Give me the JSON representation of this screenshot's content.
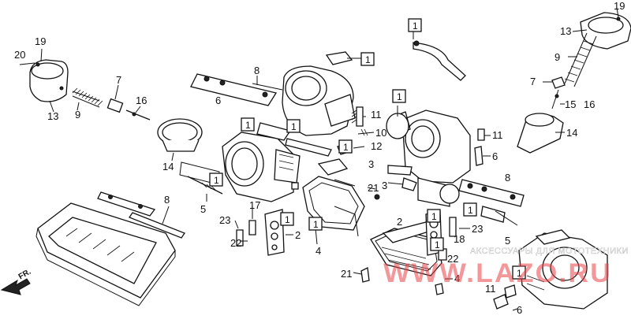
{
  "diagram": {
    "callouts": [
      {
        "id": "c19a",
        "text": "19"
      },
      {
        "id": "c20",
        "text": "20"
      },
      {
        "id": "c13a",
        "text": "13"
      },
      {
        "id": "c9a",
        "text": "9"
      },
      {
        "id": "c7a",
        "text": "7"
      },
      {
        "id": "c16a",
        "text": "16"
      },
      {
        "id": "c14a",
        "text": "14"
      },
      {
        "id": "c8a",
        "text": "8"
      },
      {
        "id": "c6a",
        "text": "6"
      },
      {
        "id": "c5a",
        "text": "5"
      },
      {
        "id": "c8b",
        "text": "8"
      },
      {
        "id": "c11a",
        "text": "11"
      },
      {
        "id": "c10",
        "text": "10"
      },
      {
        "id": "c12",
        "text": "12"
      },
      {
        "id": "c3a",
        "text": "3"
      },
      {
        "id": "c3b",
        "text": "3"
      },
      {
        "id": "c21a",
        "text": "21"
      },
      {
        "id": "c17",
        "text": "17"
      },
      {
        "id": "c23a",
        "text": "23"
      },
      {
        "id": "c22a",
        "text": "22"
      },
      {
        "id": "c2a",
        "text": "2"
      },
      {
        "id": "c4a",
        "text": "4"
      },
      {
        "id": "c2b",
        "text": "2"
      },
      {
        "id": "c18",
        "text": "18"
      },
      {
        "id": "c23b",
        "text": "23"
      },
      {
        "id": "c22b",
        "text": "22"
      },
      {
        "id": "c21b",
        "text": "21"
      },
      {
        "id": "c4b",
        "text": "4"
      },
      {
        "id": "c11b",
        "text": "11"
      },
      {
        "id": "c6b",
        "text": "6"
      },
      {
        "id": "c19b",
        "text": "19"
      },
      {
        "id": "c13b",
        "text": "13"
      },
      {
        "id": "c9b",
        "text": "9"
      },
      {
        "id": "c7b",
        "text": "7"
      },
      {
        "id": "c15",
        "text": "15"
      },
      {
        "id": "c16b",
        "text": "16"
      },
      {
        "id": "c14b",
        "text": "14"
      },
      {
        "id": "c11c",
        "text": "11"
      },
      {
        "id": "c6c",
        "text": "6"
      },
      {
        "id": "c8c",
        "text": "8"
      },
      {
        "id": "c5b",
        "text": "5"
      }
    ],
    "boxed_labels": [
      {
        "id": "b1",
        "text": "1"
      },
      {
        "id": "b2",
        "text": "1"
      },
      {
        "id": "b3",
        "text": "1"
      },
      {
        "id": "b4",
        "text": "1"
      },
      {
        "id": "b5",
        "text": "1"
      },
      {
        "id": "b6",
        "text": "1"
      },
      {
        "id": "b7",
        "text": "1"
      },
      {
        "id": "b8",
        "text": "1"
      },
      {
        "id": "b9",
        "text": "1"
      },
      {
        "id": "b10",
        "text": "1"
      },
      {
        "id": "b11",
        "text": "1"
      },
      {
        "id": "b12",
        "text": "1"
      },
      {
        "id": "b13",
        "text": "1"
      },
      {
        "id": "b14",
        "text": "1"
      },
      {
        "id": "b15",
        "text": "1"
      },
      {
        "id": "b16",
        "text": "1"
      }
    ],
    "front_marker": "FR.",
    "watermark": {
      "line1": "АКСЕССУАРЫ ДЛЯ МОТОТЕХНИКИ",
      "line2": "WWW.LAZO.RU"
    }
  }
}
